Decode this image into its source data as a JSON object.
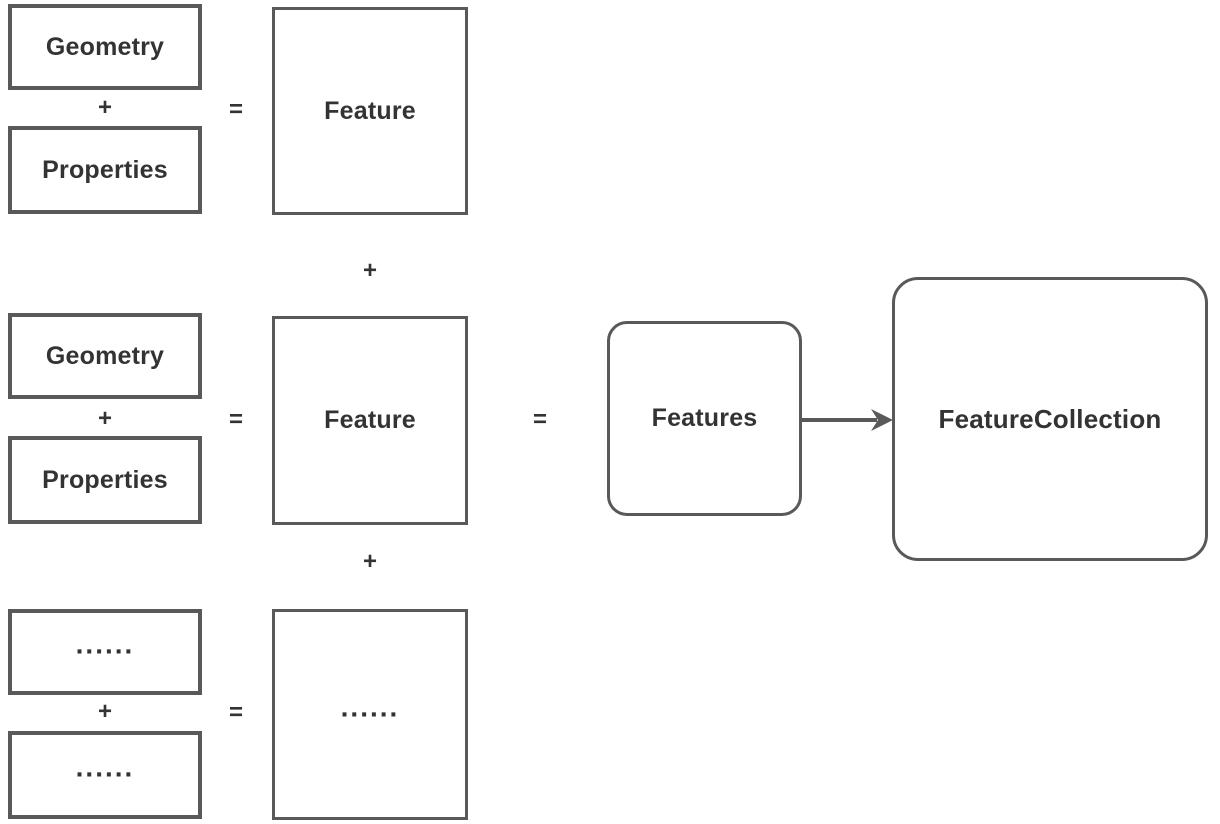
{
  "colors": {
    "border": "#595959",
    "text": "#333333",
    "background": "#ffffff",
    "arrow": "#595959"
  },
  "operators": {
    "plus": "+",
    "equals": "="
  },
  "rows": [
    {
      "input1": "Geometry",
      "input2": "Properties",
      "output": "Feature"
    },
    {
      "input1": "Geometry",
      "input2": "Properties",
      "output": "Feature"
    },
    {
      "input1": "......",
      "input2": "......",
      "output": "......"
    }
  ],
  "aggregation": {
    "features": "Features",
    "feature_collection": "FeatureCollection"
  }
}
